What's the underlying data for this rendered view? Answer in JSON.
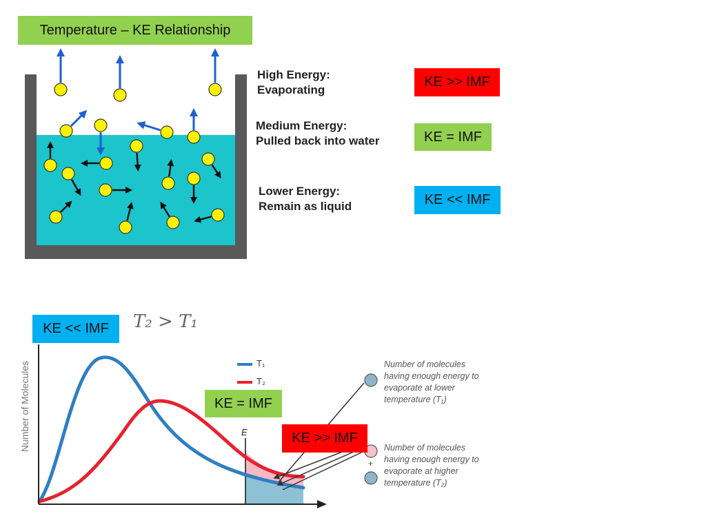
{
  "title": "Temperature – KE Relationship",
  "colors": {
    "green": "#92d050",
    "red": "#ff0000",
    "blue": "#00b0f0",
    "water": "#1cc4cc",
    "molecule": "#fff200",
    "container": "#595959",
    "curve_t1": "#2f7fc1",
    "curve_t2": "#e8212e",
    "shade_t1": "#8fc1d6",
    "shade_t2": "#f5b8c4"
  },
  "beaker": {
    "levels": [
      {
        "line1": "High Energy:",
        "line2": "Evaporating",
        "tag": "KE >> IMF",
        "tag_color": "red"
      },
      {
        "line1": "Medium Energy:",
        "line2": "Pulled back into water",
        "tag": "KE = IMF",
        "tag_color": "green"
      },
      {
        "line1": "Lower Energy:",
        "line2": "Remain as liquid",
        "tag": "KE << IMF",
        "tag_color": "blue"
      }
    ]
  },
  "graph": {
    "heading": "T₂ > T₁",
    "ylabel": "Number of Molecules",
    "threshold_label": "E",
    "legend": [
      {
        "name": "T₁",
        "color": "curve_t1"
      },
      {
        "name": "T₂",
        "color": "curve_t2"
      }
    ],
    "tags": [
      {
        "text": "KE << IMF",
        "tag_color": "blue"
      },
      {
        "text": "KE = IMF",
        "tag_color": "green"
      },
      {
        "text": "KE >> IMF",
        "tag_color": "red"
      }
    ],
    "annotation_lower": [
      "Number of molecules",
      "having enough energy to",
      "evaporate at lower",
      "temperature (T₁)"
    ],
    "annotation_higher": [
      "Number of molecules",
      "having enough energy to",
      "evaporate at higher",
      "temperature (T₂)"
    ],
    "plus_sign": "+"
  }
}
